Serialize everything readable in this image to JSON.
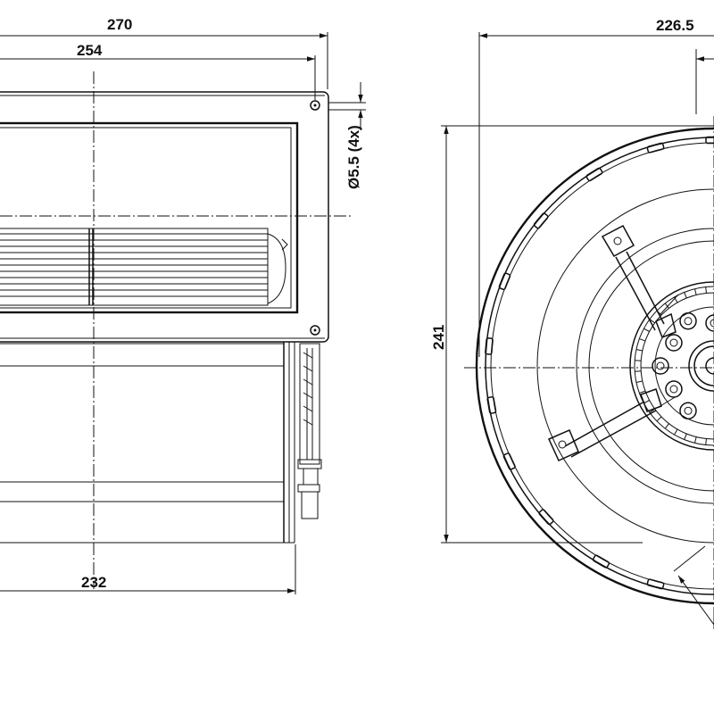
{
  "drawing": {
    "front_view": {
      "dim_overall_width": "270",
      "dim_flange_width": "254",
      "dim_housing_width": "232",
      "dim_hole": "Ø5.5 (4x)"
    },
    "side_view": {
      "dim_width": "226.5",
      "dim_height": "241"
    },
    "colors": {
      "line": "#111111",
      "background": "#ffffff"
    }
  }
}
